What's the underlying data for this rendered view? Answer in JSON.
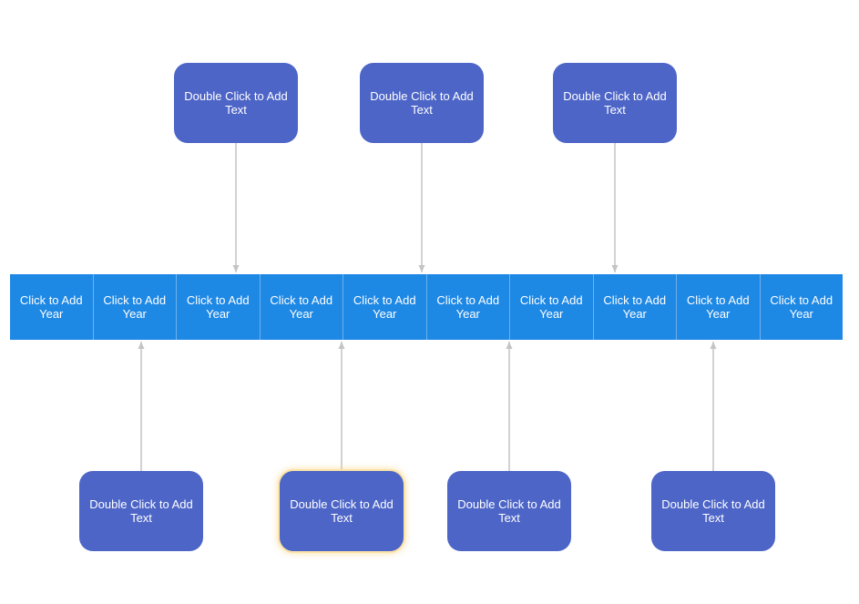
{
  "colors": {
    "node_fill": "#4d65c7",
    "timeline_fill": "#1e88e5",
    "connector": "#c4c4c4",
    "selection_glow": "#fbe3a8"
  },
  "timeline": {
    "years": [
      "Click to Add Year",
      "Click to Add Year",
      "Click to Add Year",
      "Click to Add Year",
      "Click to Add Year",
      "Click to Add Year",
      "Click to Add Year",
      "Click to Add Year",
      "Click to Add Year",
      "Click to Add Year"
    ]
  },
  "top_events": [
    {
      "text": "Double Click to Add Text"
    },
    {
      "text": "Double Click to Add Text"
    },
    {
      "text": "Double Click to Add Text"
    }
  ],
  "bottom_events": [
    {
      "text": "Double Click to Add Text"
    },
    {
      "text": "Double Click to Add Text",
      "selected": true
    },
    {
      "text": "Double Click to Add Text"
    },
    {
      "text": "Double Click to Add Text"
    }
  ]
}
